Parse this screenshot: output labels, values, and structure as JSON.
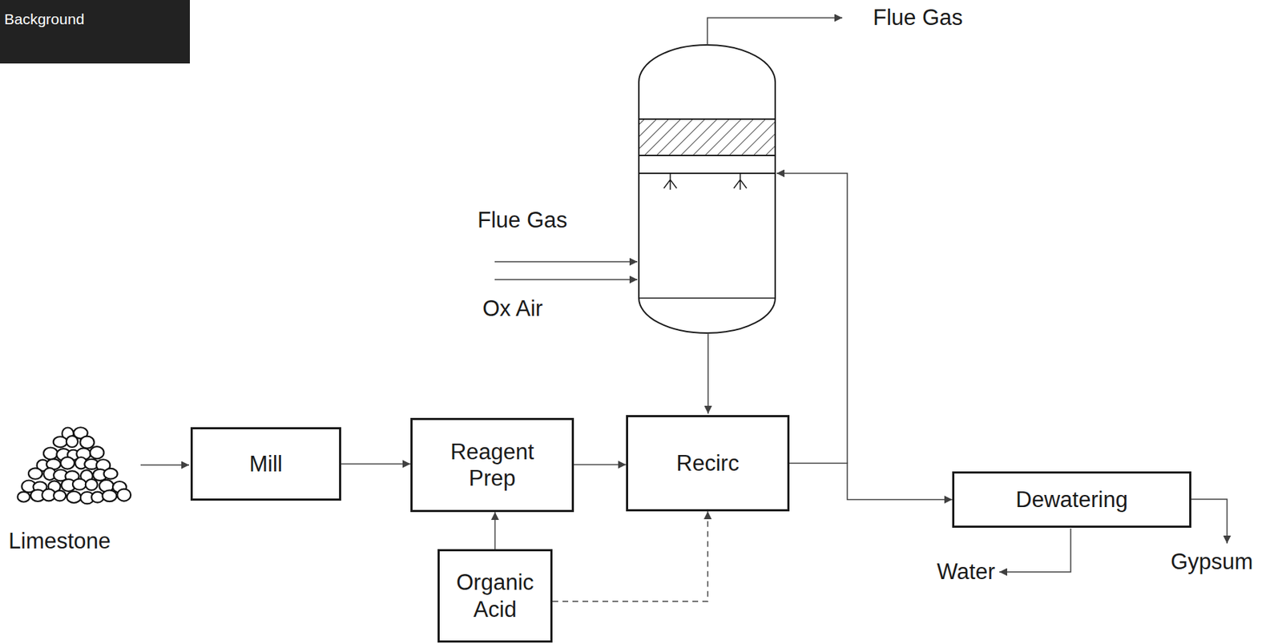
{
  "diagram": {
    "nodes": [
      {
        "text": [
          "Background"
        ]
      },
      {
        "text": [
          "Mill"
        ]
      },
      {
        "text": [
          "Reagent Prep"
        ]
      },
      {
        "text": [
          "Recirc"
        ]
      },
      {
        "text": [
          "Organic Acid"
        ]
      },
      {
        "text": [
          "Dewatering"
        ]
      }
    ],
    "edges": [
      {
        "from": 1,
        "to": 2,
        "arrow": "to"
      },
      {
        "from": 2,
        "to": 3,
        "arrow": "to"
      },
      {
        "from": 4,
        "to": 2,
        "arrow": "to"
      },
      {
        "from": 4,
        "to": 3,
        "arrow": "to"
      },
      {
        "from": 3,
        "to": 5,
        "arrow": "to"
      }
    ],
    "labels": [
      "Flue Gas",
      "Flue Gas",
      "Ox Air",
      "Limestone",
      "Water",
      "Gypsum"
    ]
  }
}
